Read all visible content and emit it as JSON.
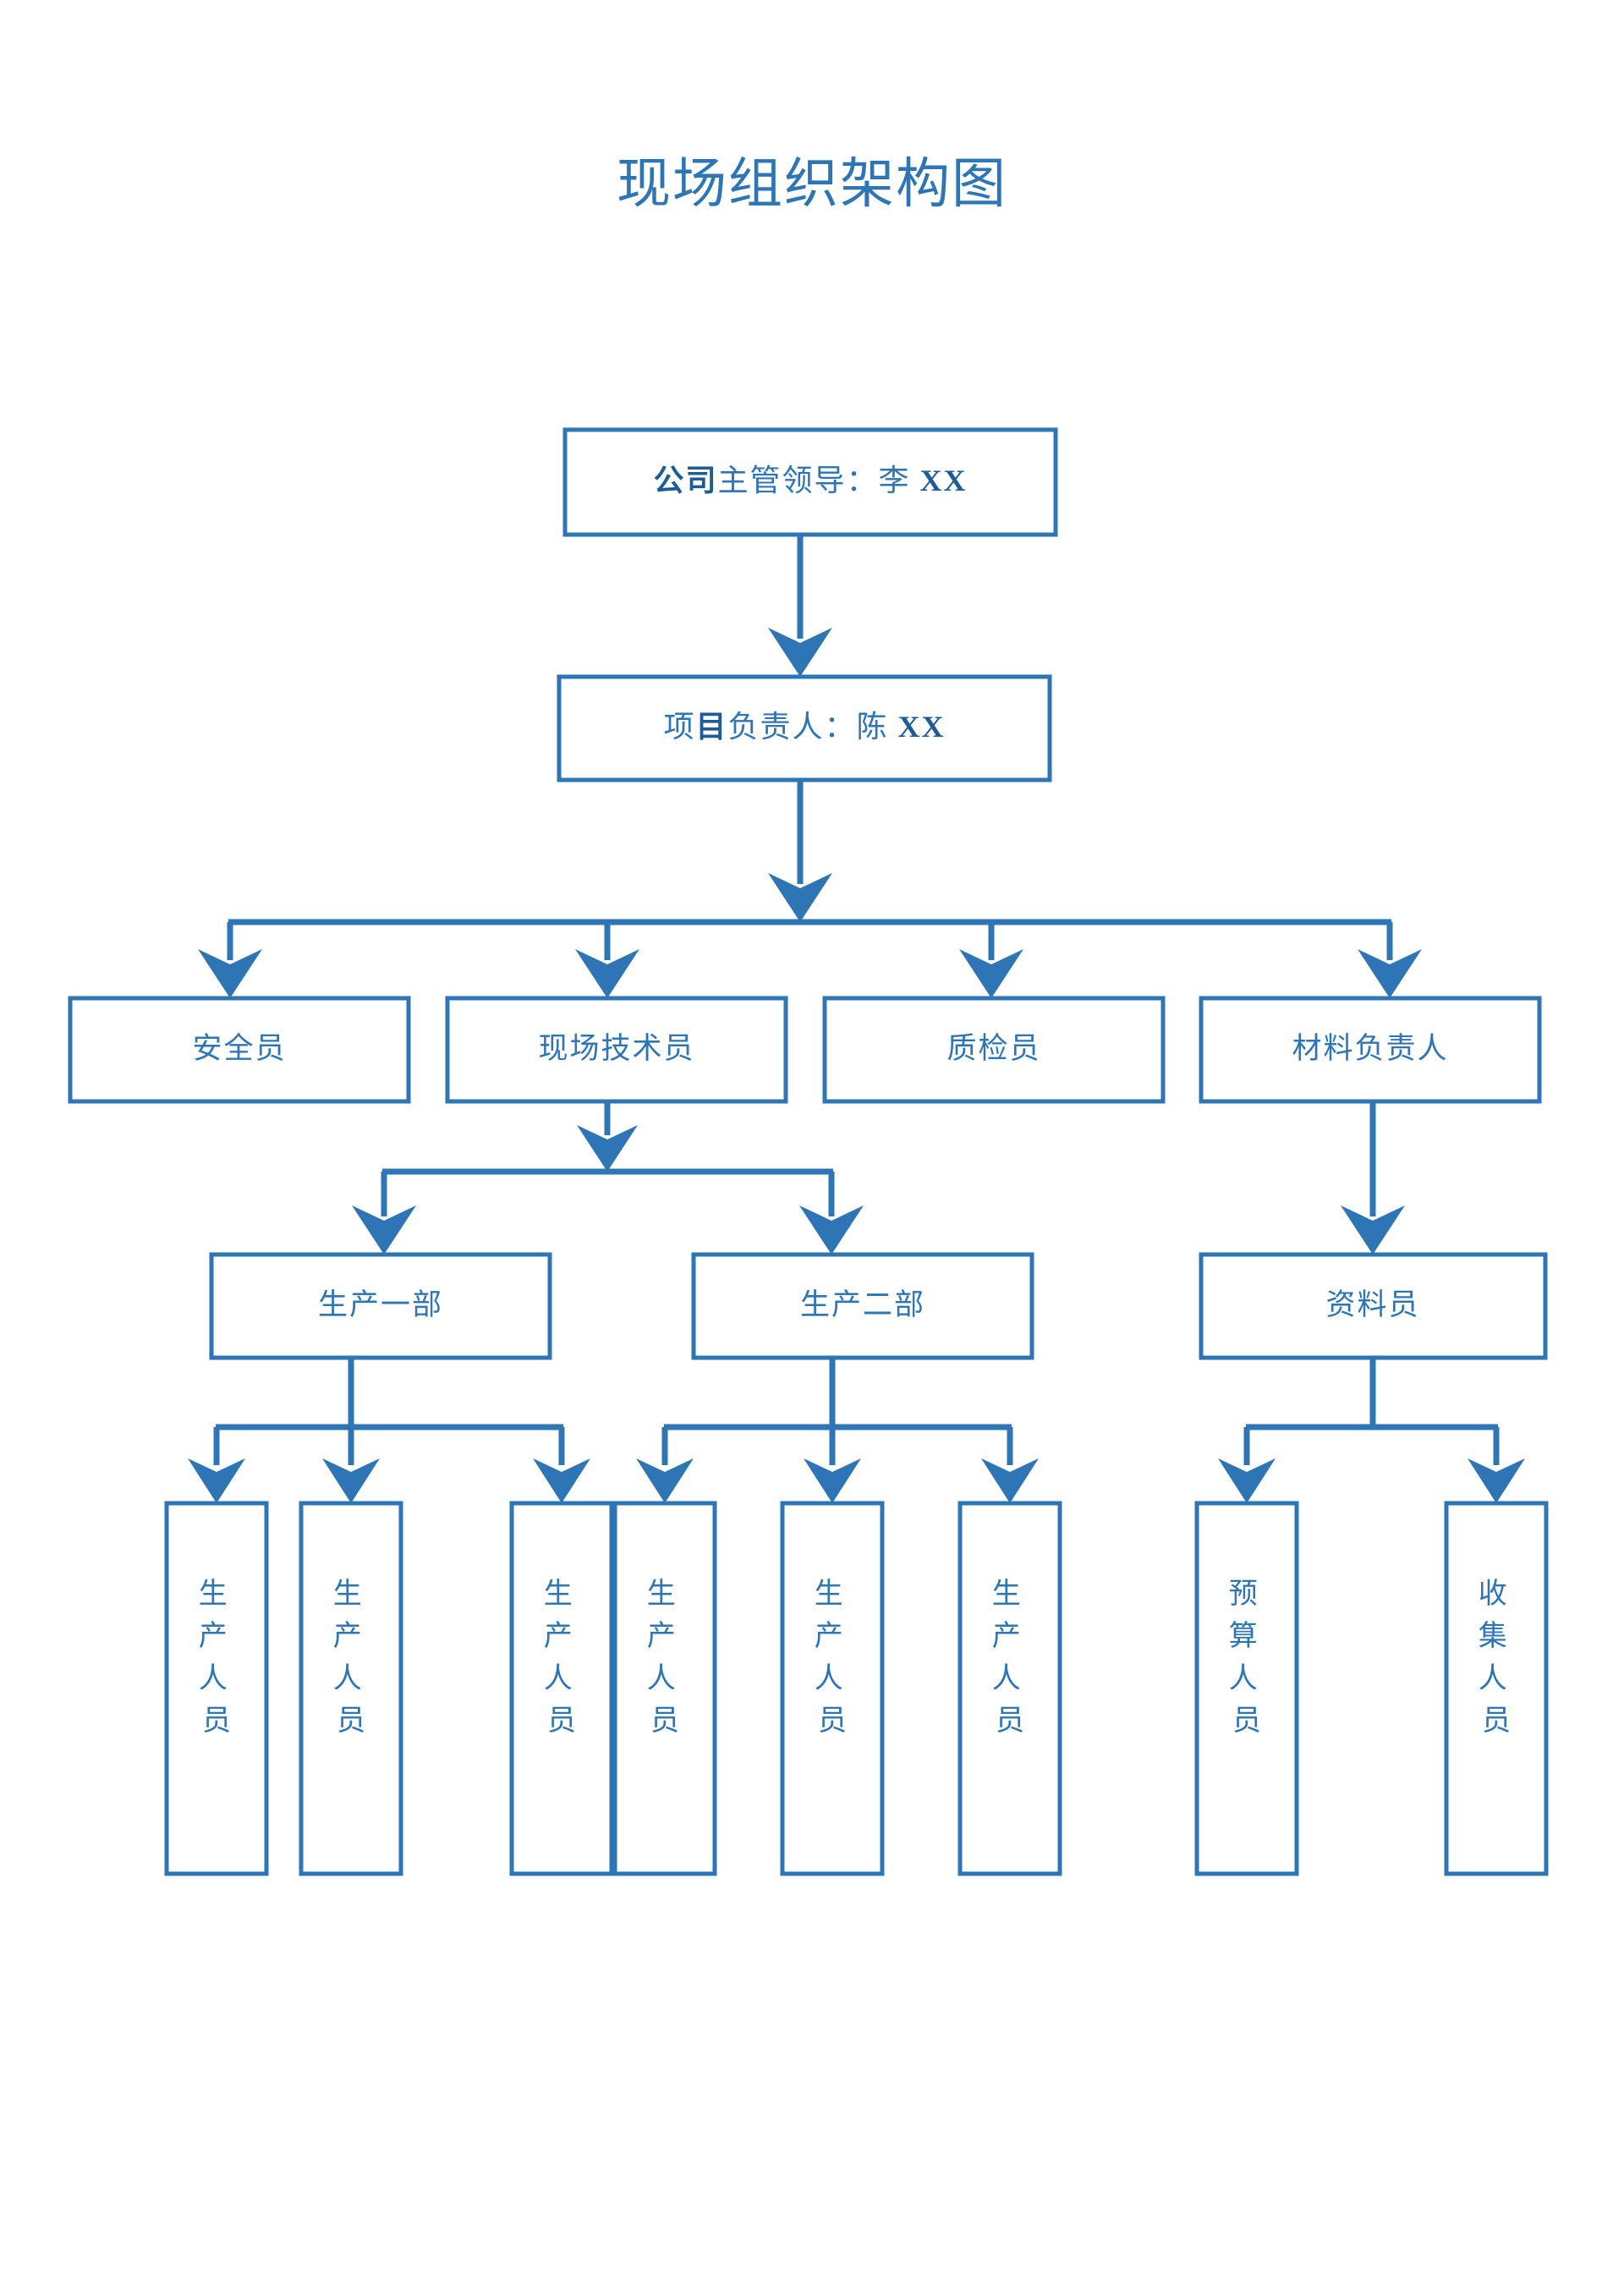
{
  "document": {
    "title": "现场组织架构图",
    "background_color": "#ffffff",
    "accent_color": "#2E75B6"
  },
  "chart_data": {
    "type": "diagram",
    "diagram_type": "organization-chart",
    "title": "现场组织架构图",
    "orientation": "top-down",
    "accent_color": "#2E75B6",
    "box_fill": "#ffffff",
    "nodes": [
      {
        "id": "n1",
        "level": 1,
        "label": "公司主管领导：李 XX",
        "label_parts": [
          {
            "text": "公司",
            "bold": true
          },
          {
            "text": "主管领导：李 ",
            "bold": false
          },
          {
            "text": "XX",
            "bold": true
          }
        ],
        "text_orientation": "horizontal",
        "parent": null
      },
      {
        "id": "n2",
        "level": 2,
        "label": "项目负责人：陈 XX",
        "label_parts": [
          {
            "text": "项",
            "bold": false
          },
          {
            "text": "目",
            "bold": true
          },
          {
            "text": "负责人：陈 ",
            "bold": false
          },
          {
            "text": "XX",
            "bold": true
          }
        ],
        "text_orientation": "horizontal",
        "parent": "n1"
      },
      {
        "id": "n3",
        "level": 3,
        "label": "安全员",
        "text_orientation": "horizontal",
        "parent": "n2"
      },
      {
        "id": "n4",
        "level": 3,
        "label": "现场技术员",
        "text_orientation": "horizontal",
        "parent": "n2"
      },
      {
        "id": "n5",
        "level": 3,
        "label": "质检员",
        "text_orientation": "horizontal",
        "parent": "n2"
      },
      {
        "id": "n6",
        "level": 3,
        "label": "材料负责人",
        "text_orientation": "horizontal",
        "parent": "n2"
      },
      {
        "id": "n7",
        "level": 4,
        "label": "生产一部",
        "text_orientation": "horizontal",
        "parent": "n4"
      },
      {
        "id": "n8",
        "level": 4,
        "label": "生产二部",
        "text_orientation": "horizontal",
        "parent": "n4"
      },
      {
        "id": "n9",
        "level": 4,
        "label": "资料员",
        "text_orientation": "horizontal",
        "parent": "n6"
      },
      {
        "id": "n10",
        "level": 5,
        "label": "生产人员",
        "text_orientation": "vertical",
        "parent": "n7"
      },
      {
        "id": "n11",
        "level": 5,
        "label": "生产人员",
        "text_orientation": "vertical",
        "parent": "n7"
      },
      {
        "id": "n12",
        "level": 5,
        "label": "生产人员",
        "text_orientation": "vertical",
        "parent": "n7"
      },
      {
        "id": "n13",
        "level": 5,
        "label": "生产人员",
        "text_orientation": "vertical",
        "parent": "n8"
      },
      {
        "id": "n14",
        "level": 5,
        "label": "生产人员",
        "text_orientation": "vertical",
        "parent": "n8"
      },
      {
        "id": "n15",
        "level": 5,
        "label": "生产人员",
        "text_orientation": "vertical",
        "parent": "n8"
      },
      {
        "id": "n16",
        "level": 5,
        "label": "预算人员",
        "text_orientation": "vertical",
        "parent": "n9"
      },
      {
        "id": "n17",
        "level": 5,
        "label": "收集人员",
        "text_orientation": "vertical",
        "parent": "n9"
      }
    ],
    "edges": [
      {
        "from": "n1",
        "to": "n2"
      },
      {
        "from": "n2",
        "to": "n3"
      },
      {
        "from": "n2",
        "to": "n4"
      },
      {
        "from": "n2",
        "to": "n5"
      },
      {
        "from": "n2",
        "to": "n6"
      },
      {
        "from": "n4",
        "to": "n7"
      },
      {
        "from": "n4",
        "to": "n8"
      },
      {
        "from": "n6",
        "to": "n9"
      },
      {
        "from": "n7",
        "to": "n10"
      },
      {
        "from": "n7",
        "to": "n11"
      },
      {
        "from": "n7",
        "to": "n12"
      },
      {
        "from": "n8",
        "to": "n13"
      },
      {
        "from": "n8",
        "to": "n14"
      },
      {
        "from": "n8",
        "to": "n15"
      },
      {
        "from": "n9",
        "to": "n16"
      },
      {
        "from": "n9",
        "to": "n17"
      }
    ],
    "levels": [
      {
        "level": 1,
        "labels": [
          "公司主管领导：李 XX"
        ]
      },
      {
        "level": 2,
        "labels": [
          "项目负责人：陈 XX"
        ]
      },
      {
        "level": 3,
        "labels": [
          "安全员",
          "现场技术员",
          "质检员",
          "材料负责人"
        ]
      },
      {
        "level": 4,
        "labels": [
          "生产一部",
          "生产二部",
          "资料员"
        ]
      },
      {
        "level": 5,
        "labels": [
          "生产人员",
          "生产人员",
          "生产人员",
          "生产人员",
          "生产人员",
          "生产人员",
          "预算人员",
          "收集人员"
        ]
      }
    ]
  }
}
